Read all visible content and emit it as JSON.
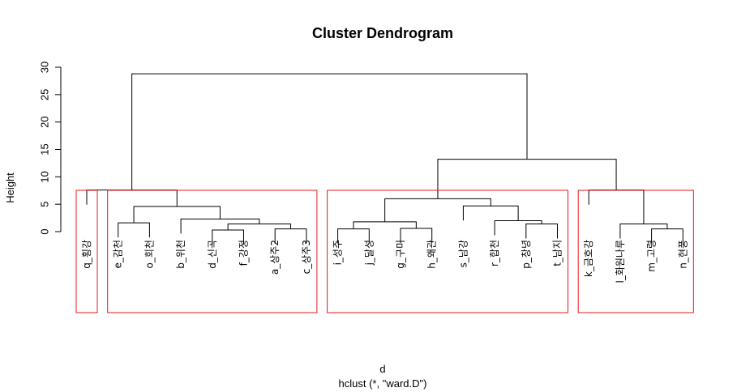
{
  "chart_data": {
    "type": "dendrogram",
    "title": "Cluster Dendrogram",
    "ylabel": "Height",
    "xlabel": "d",
    "sub": "hclust (*, \"ward.D\")",
    "ylim": [
      0,
      30
    ],
    "y_ticks": [
      0,
      5,
      10,
      15,
      20,
      25,
      30
    ],
    "leaf_order": [
      "q_횡강",
      "e_감천",
      "o_회천",
      "b_위천",
      "d_신곡",
      "f_강정",
      "a_상주2",
      "c_상주3",
      "i_성주",
      "j_달성",
      "g_구미",
      "h_왜관",
      "s_남강",
      "r_합천",
      "p_창녕",
      "t_남지",
      "k_금호강",
      "l_화원나루",
      "m_고령",
      "n_현풍"
    ],
    "leaf_hang_height": 7.6,
    "merges": [
      {
        "left": "e_감천",
        "right": "o_회천",
        "height": 1.6
      },
      {
        "left": "d_신곡",
        "right": "f_강정",
        "height": 0.3
      },
      {
        "left": "a_상주2",
        "right": "c_상주3",
        "height": 0.5
      },
      {
        "left": 1,
        "right": 2,
        "height": 1.4
      },
      {
        "left": "b_위천",
        "right": 3,
        "height": 2.3
      },
      {
        "left": 0,
        "right": 4,
        "height": 4.6
      },
      {
        "left": "q_횡강",
        "right": 5,
        "height": 7.6
      },
      {
        "left": "i_성주",
        "right": "j_달성",
        "height": 0.5
      },
      {
        "left": "g_구미",
        "right": "h_왜관",
        "height": 0.6
      },
      {
        "left": 7,
        "right": 8,
        "height": 1.8
      },
      {
        "left": "p_창녕",
        "right": "t_남지",
        "height": 1.4
      },
      {
        "left": "r_합천",
        "right": 10,
        "height": 2.0
      },
      {
        "left": "s_남강",
        "right": 11,
        "height": 4.7
      },
      {
        "left": 9,
        "right": 12,
        "height": 6.0
      },
      {
        "left": "m_고령",
        "right": "n_현풍",
        "height": 0.5
      },
      {
        "left": "l_화원나루",
        "right": 14,
        "height": 1.4
      },
      {
        "left": "k_금호강",
        "right": 15,
        "height": 7.6
      },
      {
        "left": 13,
        "right": 16,
        "height": 13.2
      },
      {
        "left": 6,
        "right": 17,
        "height": 28.8
      }
    ],
    "cluster_boxes": [
      [
        "q_횡강"
      ],
      [
        "e_감천",
        "o_회천",
        "b_위천",
        "d_신곡",
        "f_강정",
        "a_상주2",
        "c_상주3"
      ],
      [
        "i_성주",
        "j_달성",
        "g_구미",
        "h_왜관",
        "s_남강",
        "r_합천",
        "p_창녕",
        "t_남지"
      ],
      [
        "k_금호강",
        "l_화원나루",
        "m_고령",
        "n_현풍"
      ]
    ],
    "box_color": "#e31a1c",
    "line_color": "#000000"
  }
}
